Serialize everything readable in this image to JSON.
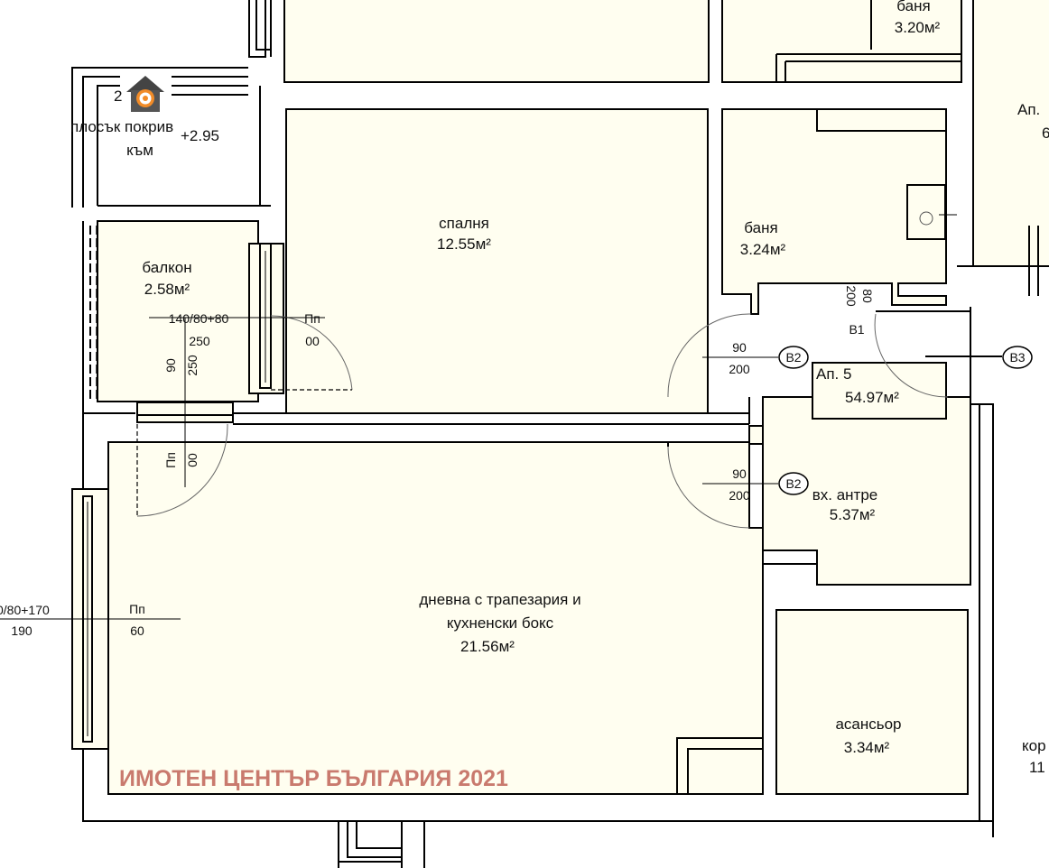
{
  "colors": {
    "wall": "#000000",
    "room_fill": "#fffef0",
    "watermark": "#c97a6e",
    "logo": "#f28c28"
  },
  "rooms": {
    "bathroom_top": {
      "name": "баня",
      "area": "3.20м²"
    },
    "flat_roof": {
      "line1": "плосък покрив",
      "line2": "към",
      "level": "+2.95",
      "marker": "2"
    },
    "bedroom": {
      "name": "спалня",
      "area": "12.55м²"
    },
    "bathroom": {
      "name": "баня",
      "area": "3.24м²"
    },
    "balcony": {
      "name": "балкон",
      "area": "2.58м²"
    },
    "apartment": {
      "name": "Ап. 5",
      "area": "54.97м²"
    },
    "hall": {
      "name": "вх. антре",
      "area": "5.37м²"
    },
    "living": {
      "line1": "дневна с трапезария и",
      "line2": "кухненски бокс",
      "area": "21.56м²"
    },
    "elevator": {
      "name": "асансьор",
      "area": "3.34м²"
    },
    "neighbor_apt": {
      "label": "Ап.",
      "digit": "6"
    },
    "corridor": {
      "label": "кор",
      "digits": "11"
    }
  },
  "dimensions": {
    "balcony_window": {
      "top": "140/80+80",
      "bottom": "250"
    },
    "balcony_door_code": {
      "top": "Пп",
      "bottom": "00"
    },
    "balcony_door_vertical": {
      "a": "90",
      "b": "250"
    },
    "living_door_vertical": {
      "a": "Пп",
      "b": "00"
    },
    "bath_door_vertical": {
      "a": "200",
      "b": "80"
    },
    "b1": "В1",
    "door_upper": {
      "top": "90",
      "bottom": "200"
    },
    "door_lower": {
      "top": "90",
      "bottom": "200"
    },
    "left_window": {
      "top": "0/80+170",
      "bottom": "190"
    },
    "left_window_code": {
      "top": "Пп",
      "bottom": "60"
    }
  },
  "tags": {
    "b2_upper": "В2",
    "b2_lower": "В2",
    "b3": "В3"
  },
  "watermark": "ИМОТЕН ЦЕНТЪР БЪЛГАРИЯ 2021",
  "icons": {
    "logo": "house-target-logo-icon",
    "sink": "sink-icon"
  }
}
